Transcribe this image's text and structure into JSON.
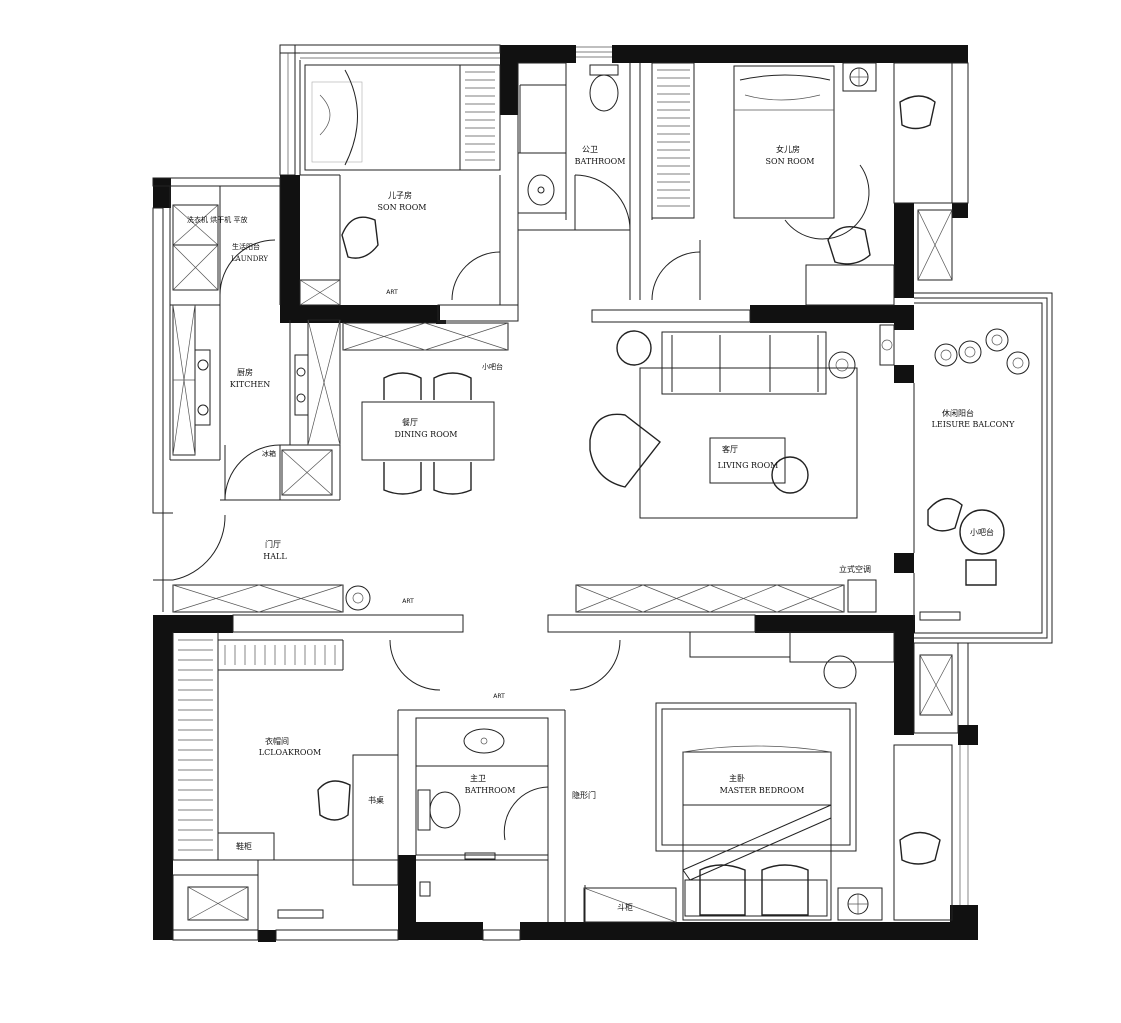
{
  "rooms": {
    "son_room": {
      "zh": "儿子房",
      "en": "SON ROOM"
    },
    "public_bath": {
      "zh": "公卫",
      "en": "BATHROOM"
    },
    "daughter_room": {
      "zh": "女儿房",
      "en": "SON ROOM"
    },
    "laundry_note": "洗衣机 烘干机 平放",
    "laundry": {
      "zh": "生活阳台",
      "en": "LAUNDRY"
    },
    "kitchen": {
      "zh": "厨房",
      "en": "KITCHEN"
    },
    "fridge": "冰箱",
    "mini_bar": "小吧台",
    "dining": {
      "zh": "餐厅",
      "en": "DINING ROOM"
    },
    "living": {
      "zh": "客厅",
      "en": "LIVING ROOM"
    },
    "leisure_balcony": {
      "zh": "休闲阳台",
      "en": "LEISURE BALCONY"
    },
    "balcony_bar": "小吧台",
    "ac": "立式空调",
    "hall": {
      "zh": "门厅",
      "en": "HALL"
    },
    "cloakroom": {
      "zh": "衣帽间",
      "en": "LCLOAKROOM"
    },
    "desk": "书桌",
    "cabinet": "鞋柜",
    "master_bath": {
      "zh": "主卫",
      "en": "BATHROOM"
    },
    "hidden_door": "隐形门",
    "master_bed": {
      "zh": "主卧",
      "en": "MASTER BEDROOM"
    },
    "tv_cabinet": "斗柜"
  },
  "art_tags": [
    "ART",
    "ART",
    "ART"
  ]
}
